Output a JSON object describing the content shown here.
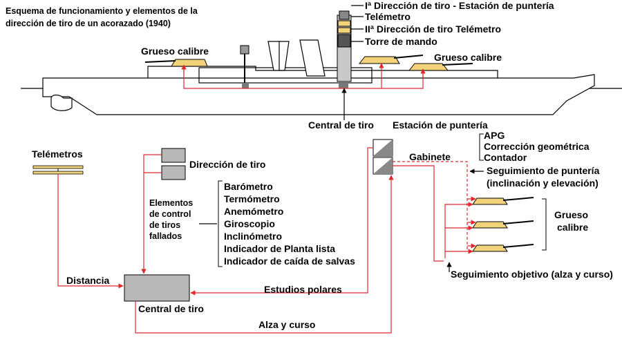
{
  "colors": {
    "signal": "#e0282a",
    "turret": "#f3d37a",
    "gray_box": "#b8b8b8",
    "tower": "#c8c8c8"
  },
  "title": {
    "line1": "Esquema de funcionamiento y elementos de la",
    "line2": "dirección de tiro de un acorazado (1940)"
  },
  "ship": {
    "labels": {
      "first_director": "Iª Dirección de tiro - Estación de puntería",
      "rangefinder": "Telémetro",
      "second_director": "IIª Dirección de tiro Telémetro",
      "conning_tower": "Torre de mando",
      "big_gun_left": "Grueso calibre",
      "big_gun_right": "Grueso calibre",
      "fire_control": "Central de tiro",
      "aiming_station": "Estación de puntería"
    }
  },
  "schematic": {
    "rangefinders_label": "Telémetros",
    "director_label": "Dirección de tiro",
    "elements_label": [
      "Elementos",
      "de control",
      "de tiros",
      "fallados"
    ],
    "instruments": [
      "Barómetro",
      "Termómetro",
      "Anemómetro",
      "Giroscopio",
      "Inclinómetro",
      "Indicador de Planta lista",
      "Indicador de caída de salvas"
    ],
    "cabinet_label": "Gabinete",
    "aiming_items": [
      "APG",
      "Corrección geométrica",
      "Contador"
    ],
    "aim_tracking": [
      "Seguimiento de puntería",
      "(inclinación y elevación)"
    ],
    "guns_label": [
      "Grueso",
      "calibre"
    ],
    "target_tracking": "Seguimiento objetivo (alza y curso)",
    "distance_label": "Distancia",
    "polar_studies": "Estudios polares",
    "fire_control_label": "Central de tiro",
    "elevation_course": "Alza y curso"
  }
}
